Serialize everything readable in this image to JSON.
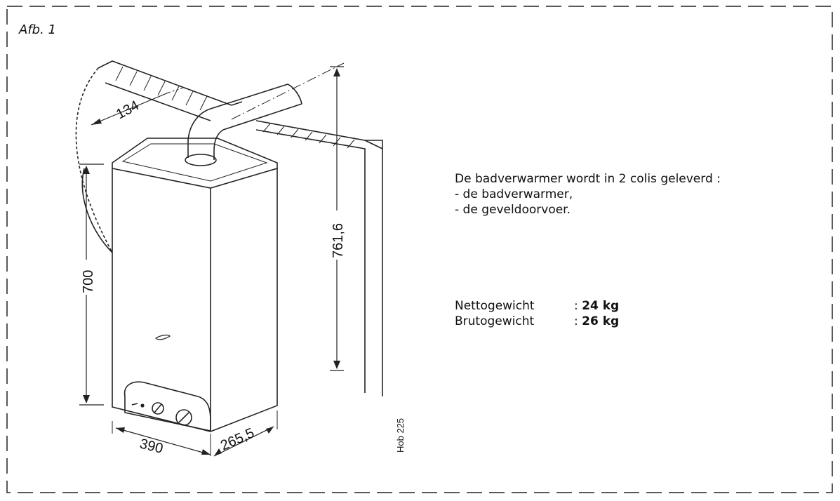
{
  "figure": {
    "caption": "Afb. 1",
    "reference": "Hob 225",
    "dimensions": {
      "depth_offset": "134",
      "height": "700",
      "height_total": "761,6",
      "width": "390",
      "depth": "265,5"
    }
  },
  "description": {
    "intro": "De badverwarmer wordt in 2 colis geleverd :",
    "items": [
      "- de badverwarmer,",
      "- de geveldoorvoer."
    ]
  },
  "weights": {
    "net_label": "Nettogewicht",
    "net_value": "24 kg",
    "gross_label": "Brutogewicht",
    "gross_value": "26 kg",
    "separator": ":"
  }
}
